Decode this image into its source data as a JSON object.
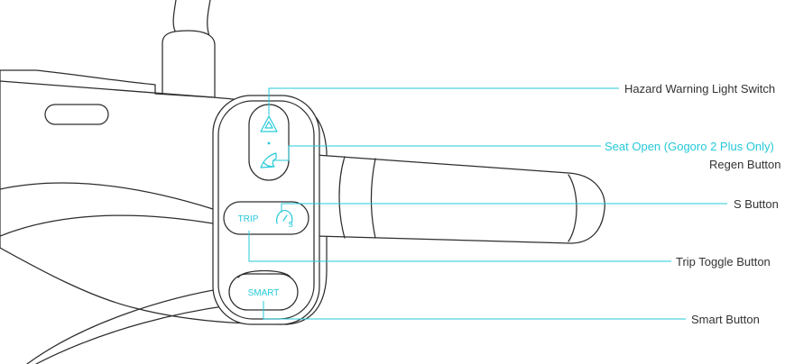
{
  "colors": {
    "accent": "#25c9d8",
    "outline": "#2d2d2d",
    "label": "#333333",
    "background": "#ffffff"
  },
  "callouts": {
    "hazard": "Hazard Warning Light Switch",
    "seat_open": "Seat Open (Gogoro 2 Plus Only)",
    "regen": "Regen Button",
    "s_button": "S Button",
    "trip": "Trip Toggle Button",
    "smart": "Smart Button"
  },
  "buttons": {
    "trip_label": "TRIP",
    "s_label": "S",
    "smart_label": "SMART"
  },
  "icons": {
    "hazard": "hazard-triangle-icon",
    "seat": "seat-icon",
    "s_mode": "speed-gauge-icon"
  }
}
